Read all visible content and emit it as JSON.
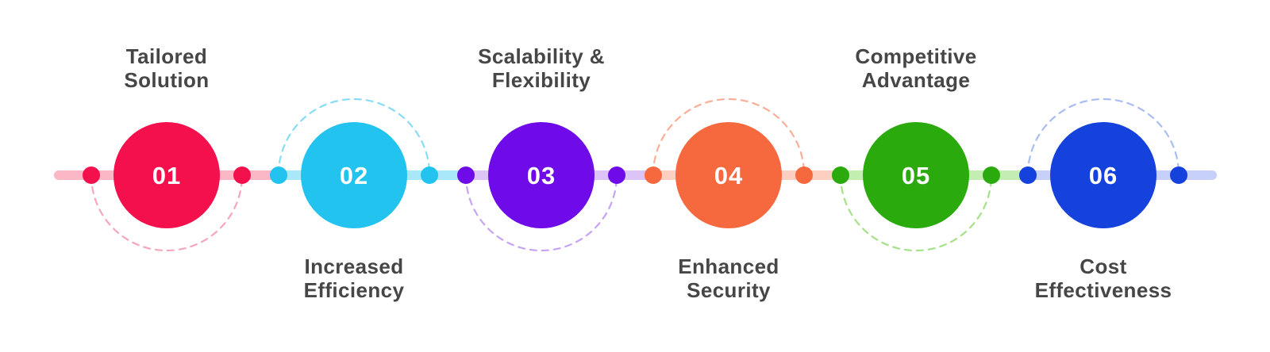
{
  "timeline": {
    "background": "#FFFFFF",
    "text_color": "#464646",
    "number_color": "#FFFFFF",
    "items": [
      {
        "number": "01",
        "label": "Tailored\nSolution",
        "label_position": "above",
        "color": "#F4104C",
        "line_tint": "#FBB7C6",
        "dash_tint": "#F6A6BC"
      },
      {
        "number": "02",
        "label": "Increased\nEfficiency",
        "label_position": "below",
        "color": "#23C3EF",
        "line_tint": "#A9E7FB",
        "dash_tint": "#87DCF8"
      },
      {
        "number": "03",
        "label": "Scalability &\nFlexibility",
        "label_position": "above",
        "color": "#6E0BE8",
        "line_tint": "#DCC3F8",
        "dash_tint": "#C6A4F3"
      },
      {
        "number": "04",
        "label": "Enhanced\nSecurity",
        "label_position": "below",
        "color": "#F6693F",
        "line_tint": "#FCCFC0",
        "dash_tint": "#FAAE97"
      },
      {
        "number": "05",
        "label": "Competitive\nAdvantage",
        "label_position": "above",
        "color": "#2BAA0E",
        "line_tint": "#C4EDB2",
        "dash_tint": "#A4E189"
      },
      {
        "number": "06",
        "label": "Cost\nEffectiveness",
        "label_position": "below",
        "color": "#1541DC",
        "line_tint": "#C7D0F8",
        "dash_tint": "#AABDF2"
      }
    ]
  }
}
